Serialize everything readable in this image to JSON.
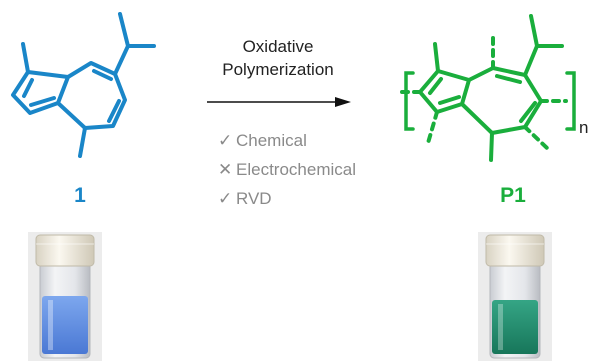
{
  "reaction": {
    "line1": "Oxidative",
    "line2": "Polymerization",
    "methods": [
      {
        "mark": "✓",
        "label": "Chemical"
      },
      {
        "mark": "✕",
        "label": "Electrochemical"
      },
      {
        "mark": "✓",
        "label": "RVD"
      }
    ]
  },
  "monomer": {
    "label": "1",
    "color": "#1a86c8"
  },
  "polymer": {
    "label": "P1",
    "subscript": "n",
    "color": "#1aae3c"
  },
  "vials": {
    "monomer_liquid": "#5a8fe0",
    "polymer_liquid": "#1f8c6c"
  }
}
